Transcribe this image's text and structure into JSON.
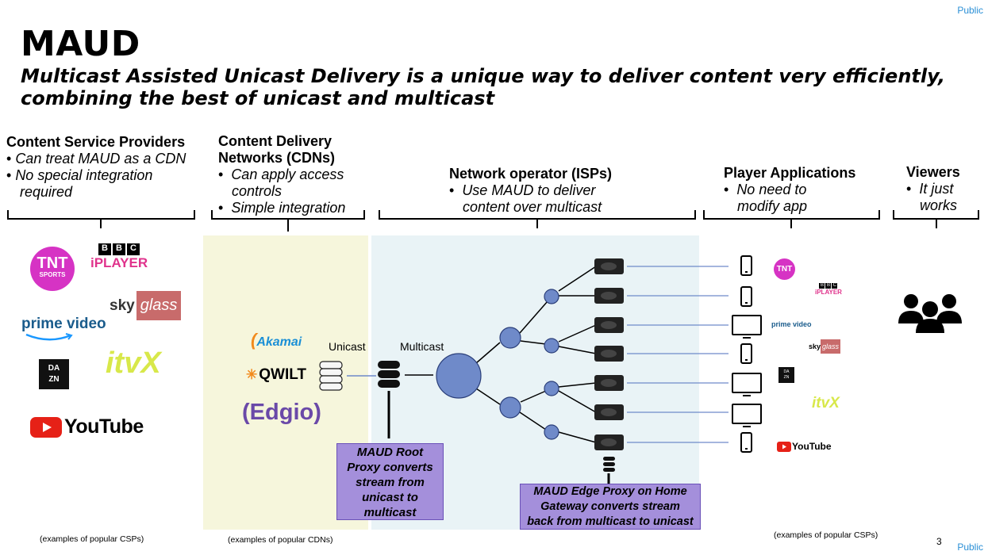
{
  "header": {
    "public_label": "Public",
    "title": "MAUD",
    "subtitle_1": "Multicast Assisted Unicast Delivery is a unique way to deliver content very efficiently,",
    "subtitle_2": "combining the best of unicast and multicast"
  },
  "columns": [
    {
      "title": "Content Service Providers",
      "bullets": [
        "Can treat MAUD as a CDN",
        "No special integration",
        "required"
      ]
    },
    {
      "title_1": "Content Delivery",
      "title_2": "Networks (CDNs)",
      "bullets": [
        "Can apply access",
        "controls",
        "Simple integration"
      ]
    },
    {
      "title": "Network operator (ISPs)",
      "bullets": [
        "Use MAUD to deliver",
        "content over multicast"
      ]
    },
    {
      "title": "Player Applications",
      "bullets": [
        "No need to",
        "modify app"
      ]
    },
    {
      "title": "Viewers",
      "bullets": [
        "It just",
        "works"
      ]
    }
  ],
  "logos": {
    "tnt_1": "TNT",
    "tnt_2": "SPORTS",
    "bbc_b1": "B",
    "bbc_b2": "B",
    "bbc_c": "C",
    "iplayer": "iPLAYER",
    "sky": "sky",
    "glass": "glass",
    "prime_video": "prime video",
    "dazn_1": "DA",
    "dazn_2": "ZN",
    "itvx": "itvX",
    "youtube": "YouTube",
    "akamai": "Akamai",
    "qwilt": "QWILT",
    "edgio": "Edgio"
  },
  "diagram": {
    "unicast_label": "Unicast",
    "multicast_label": "Multicast",
    "root_proxy_lines": [
      "MAUD Root",
      "Proxy converts",
      "stream from",
      "unicast to",
      "multicast"
    ],
    "edge_proxy_lines": [
      "MAUD Edge Proxy on Home",
      "Gateway converts stream",
      "back from multicast to unicast"
    ]
  },
  "footer": {
    "csp_note": "(examples of popular CSPs)",
    "cdn_note": "(examples of popular CDNs)",
    "csp_note_2": "(examples of popular CSPs)",
    "page_number": "3"
  },
  "colors": {
    "cdn_bg": "#f6f6dc",
    "isp_bg": "#e9f3f6",
    "node_fill": "#6f8ac9",
    "purple": "#a48fdb",
    "tnt": "#d633c4",
    "itvx": "#d8e84a",
    "youtube_red": "#e62117",
    "prime_blue": "#1a98ff"
  }
}
